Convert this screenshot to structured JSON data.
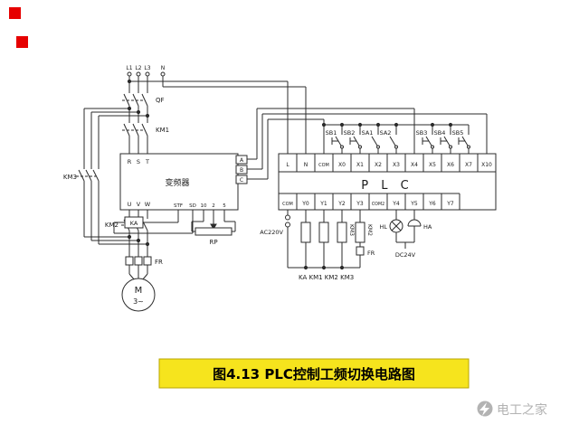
{
  "supply": {
    "l1": "L1",
    "l2": "L2",
    "l3": "L3",
    "n": "N"
  },
  "left": {
    "qf": "QF",
    "km1": "KM1",
    "km3": "KM3",
    "km2": "KM2",
    "fr": "FR"
  },
  "inverter": {
    "name": "变频器",
    "r": "R",
    "s": "S",
    "t": "T",
    "u": "U",
    "v": "V",
    "w": "W",
    "stf": "STF",
    "sd": "SD",
    "p10": "10",
    "p2": "2",
    "p5": "5",
    "a": "A",
    "b": "B",
    "c": "C",
    "ka": "KA",
    "rp": "RP"
  },
  "motor": {
    "m": "M",
    "phase": "3~"
  },
  "plc": {
    "title": "P L C",
    "top_terminals": [
      "L",
      "N",
      "COM",
      "X0",
      "X1",
      "X2",
      "X3",
      "X4",
      "X5",
      "X6",
      "X7",
      "X10"
    ],
    "bottom_terminals": [
      "COM",
      "Y0",
      "Y1",
      "Y2",
      "Y3",
      "COM2",
      "Y4",
      "Y5",
      "Y6",
      "Y7"
    ],
    "inputs": [
      "SB1",
      "SB2",
      "SA1",
      "SA2",
      "SB3",
      "SB4",
      "SB5"
    ]
  },
  "outputs": {
    "ac": "AC220V",
    "dc": "DC24V",
    "hl": "HL",
    "ha": "HA",
    "ilk1": "KM3",
    "ilk2": "KM2",
    "fr": "FR",
    "coils": "KA KM1 KM2 KM3"
  },
  "banner": {
    "text": "图4.13 PLC控制工频切换电路图"
  },
  "watermark": {
    "text": "电工之家"
  },
  "colors": {
    "banner_bg": "#F6E41D",
    "accent_red": "#E60000",
    "line": "#2b2b2b",
    "watermark": "#b3b3b3"
  }
}
